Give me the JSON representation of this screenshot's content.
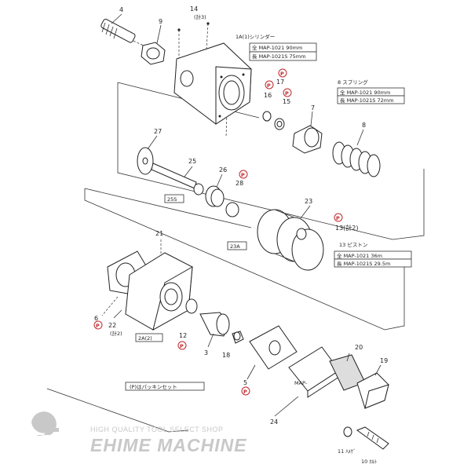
{
  "part_numbers": {
    "n4": "4",
    "n9": "9",
    "n14": "14",
    "n14_sub": "(計3)",
    "n17": "17",
    "n16": "16",
    "n15": "15",
    "n7": "7",
    "n8": "8",
    "n27": "27",
    "n25": "25",
    "n26": "26",
    "n28": "28",
    "n23": "23",
    "n13": "13(計2)",
    "n21": "21",
    "n6": "6",
    "n22": "22",
    "n22_sub": "(計2)",
    "n12": "12",
    "n3": "3",
    "n18": "18",
    "n5": "5",
    "n20": "20",
    "n19": "19",
    "n24": "24",
    "n11": "11 ﾊﾒｹﾞ",
    "n10": "10 ﾎﾙﾄ"
  },
  "labels": {
    "cylinder": "1A(1)シリンダー",
    "cylinder_spec1": "全 MAP-1021 90mm",
    "cylinder_spec2": "長 MAP-1021S 75mm",
    "spring": "8 スプリング",
    "spring_spec1": "全 MAP-1021 90mm",
    "spring_spec2": "長 MAP-1021S 72mm",
    "assy_25s": "25S",
    "assy_23a": "23A",
    "piston": "13 ピストン",
    "piston_spec1": "全 MAP-1021   36m",
    "piston_spec2": "長 MAP-1021S 29.5m",
    "assy_2a": "2A(2)",
    "plate_text": "MAP-",
    "legend": "(P)はパッキンセット",
    "p_mark": "P"
  },
  "brand": {
    "tagline": "HIGH QUALITY TOOL SELECT SHOP",
    "name": "EHIME MACHINE",
    "color": "#c8c8c8"
  },
  "colors": {
    "packing_mark": "#c0282d",
    "line": "#333333"
  }
}
